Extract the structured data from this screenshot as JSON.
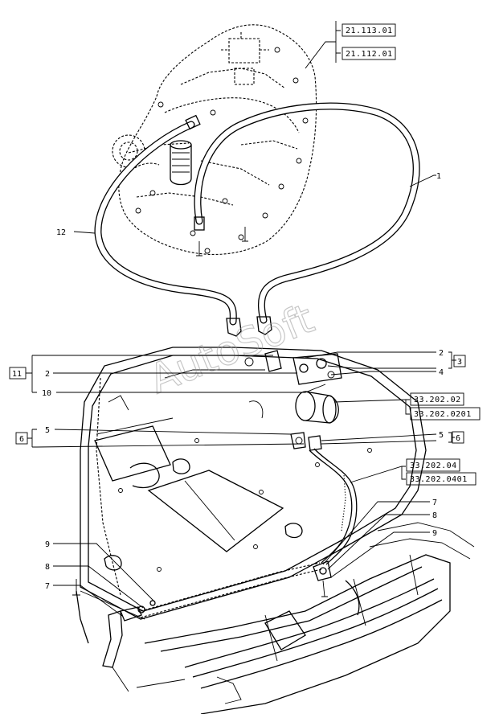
{
  "watermark": "AutoSoft",
  "callouts": {
    "item_1": "1",
    "item_12": "12",
    "item_2_top": "2",
    "item_2_left": "2",
    "item_3": "3",
    "item_4": "4",
    "item_5_left": "5",
    "item_5_right": "5",
    "item_6_left": "6",
    "item_6_right": "6",
    "item_7_left": "7",
    "item_7_right": "7",
    "item_8_left": "8",
    "item_8_right": "8",
    "item_9_left": "9",
    "item_9_right": "9",
    "item_10": "10",
    "item_11": "11"
  },
  "references": {
    "ref_21_113_01": "21.113.01",
    "ref_21_112_01": "21.112.01",
    "ref_33_202_02": "33.202.02",
    "ref_33_202_0201": "33.202.0201",
    "ref_33_202_04": "33.202.04",
    "ref_33_202_0401": "33.202.0401"
  }
}
